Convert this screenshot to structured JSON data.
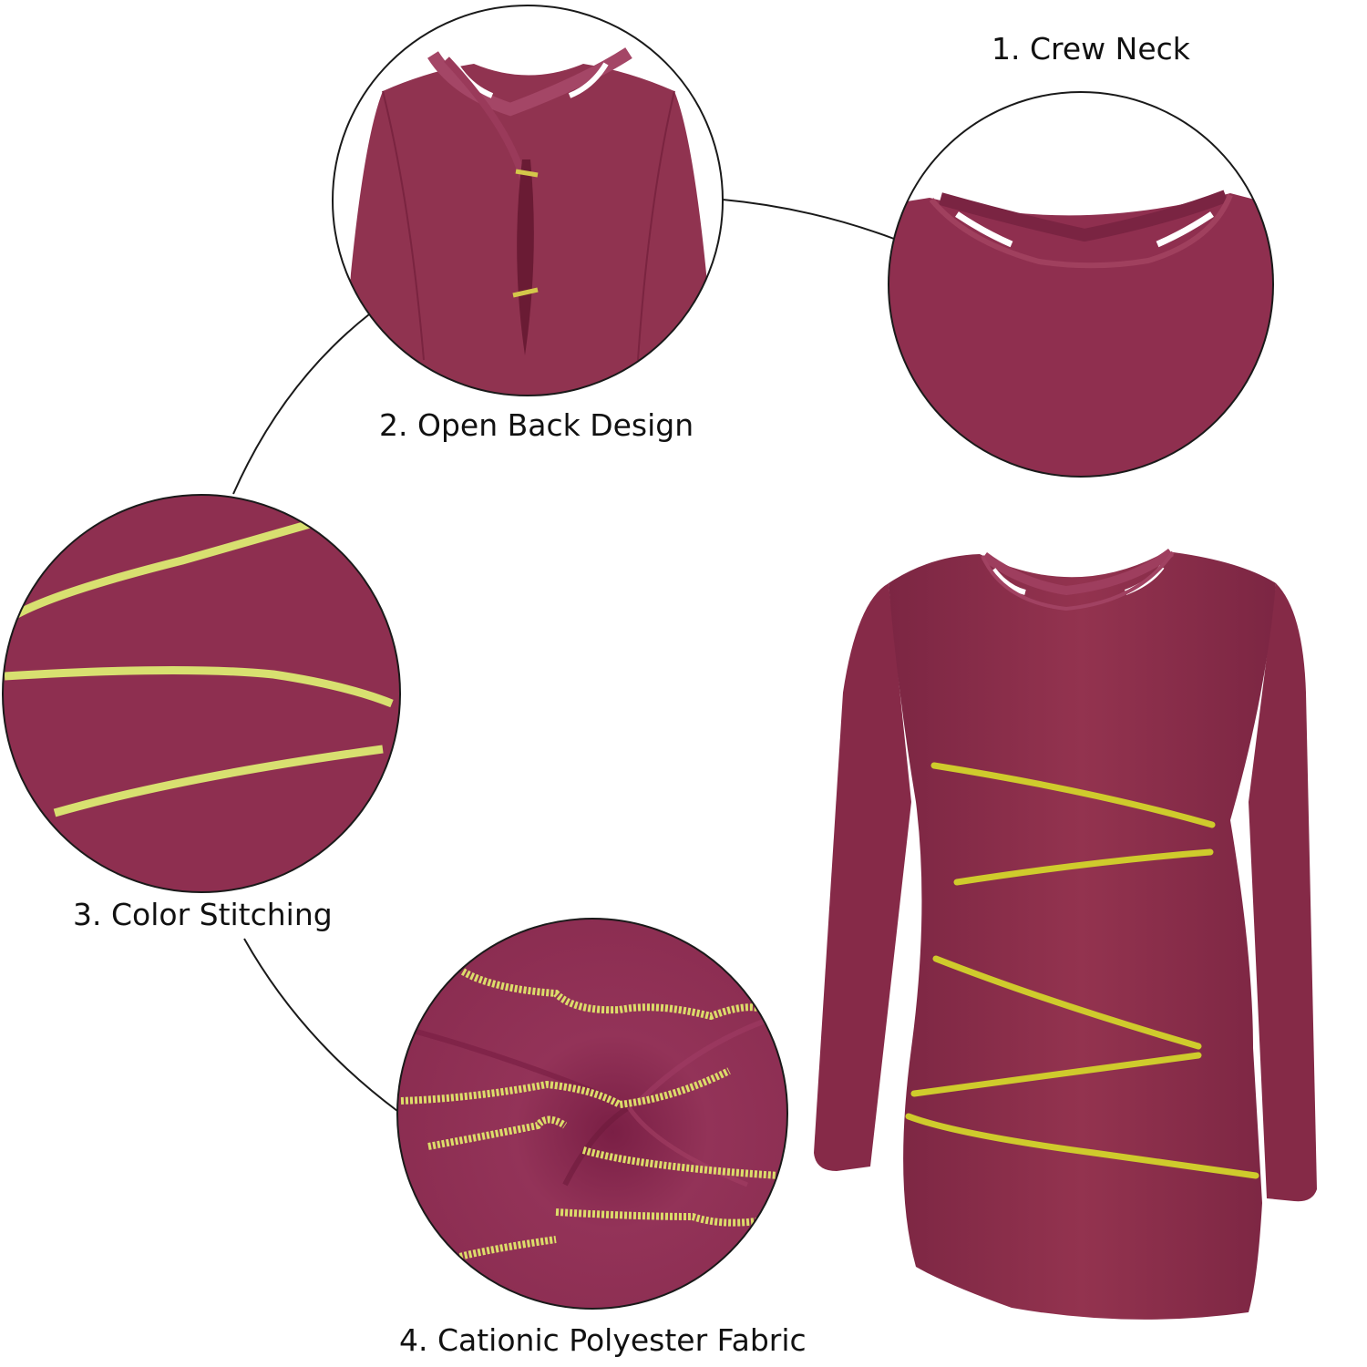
{
  "colors": {
    "background": "#ffffff",
    "fabric": "#8e2f4f",
    "fabric_dark": "#6e2038",
    "fabric_light": "#a2405f",
    "fabric_heather": "#93334f",
    "stitching": "#d4d24a",
    "stitching_light": "#e2e48a",
    "outline": "#1a1a1a",
    "text": "#111111"
  },
  "features": [
    {
      "number": "1",
      "label": "1. Crew Neck",
      "detail": "crew-neck-closeup"
    },
    {
      "number": "2",
      "label": "2. Open Back Design",
      "detail": "open-back-closeup"
    },
    {
      "number": "3",
      "label": "3. Color Stitching",
      "detail": "color-stitching-closeup"
    },
    {
      "number": "4",
      "label": "4. Cationic Polyester Fabric",
      "detail": "fabric-swirl-closeup"
    }
  ],
  "product": {
    "type": "long-sleeve-top",
    "view": "front",
    "stripe_count": 5
  }
}
